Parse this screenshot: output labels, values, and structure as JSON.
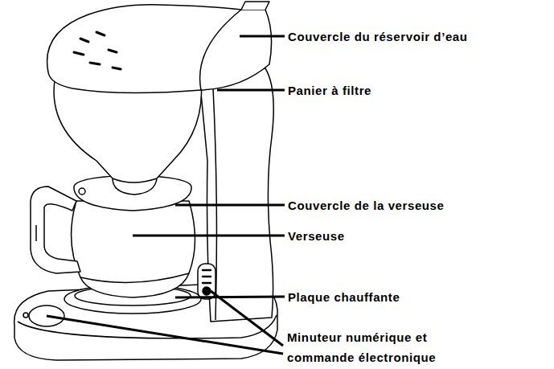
{
  "diagram": {
    "labels": [
      "Couvercle du réservoir d’eau",
      "Panier à filtre",
      "Couvercle de la verseuse",
      "Verseuse",
      "Plaque chauffante",
      "Minuteur numérique et commande électronique"
    ]
  }
}
